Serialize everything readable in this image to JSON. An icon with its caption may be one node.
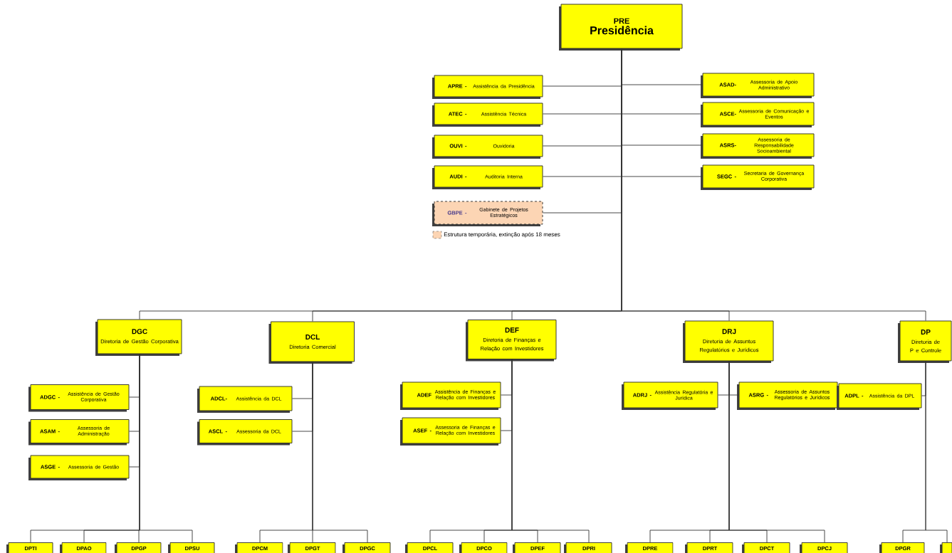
{
  "diagram": {
    "nodes": [
      {
        "text": [
          "PRE",
          "Presidência"
        ]
      },
      {
        "text": [
          "APRE -",
          "Assistência da Presidência"
        ]
      },
      {
        "text": [
          "ATEC -",
          "Assistência Técnica"
        ]
      },
      {
        "text": [
          "OUVI -",
          "Ouvidoria"
        ]
      },
      {
        "text": [
          "AUDI -",
          "Auditoria Interna"
        ]
      },
      {
        "text": [
          "GBPE -",
          "Gabinete de Projetos Estratégicos"
        ]
      },
      {
        "text": [
          "ASAD-",
          "Assessoria de Apoio Administrativo"
        ]
      },
      {
        "text": [
          "ASCE-",
          "Assessoria de Comunicação e Eventos"
        ]
      },
      {
        "text": [
          "ASRS-",
          "Assessoria de Responsabilidade Socioambiental"
        ]
      },
      {
        "text": [
          "SEGC -",
          "Secretaria de Governança Corporativa"
        ]
      },
      {
        "text": [
          "DGC",
          "Diretoria de Gestão Corporativa"
        ]
      },
      {
        "text": [
          "ADGC -",
          "Assistência de Gestão Corporativa"
        ]
      },
      {
        "text": [
          "ASAM -",
          "Assessoria de Administração"
        ]
      },
      {
        "text": [
          "ASGE -",
          "Assessoria de Gestão"
        ]
      },
      {
        "text": [
          "DPTI"
        ]
      },
      {
        "text": [
          "DPAO"
        ]
      },
      {
        "text": [
          "DPGP"
        ]
      },
      {
        "text": [
          "DPSU"
        ]
      },
      {
        "text": [
          "DCL",
          "Diretoria Comercial"
        ]
      },
      {
        "text": [
          "ADCL-",
          "Assistência da DCL"
        ]
      },
      {
        "text": [
          "ASCL -",
          "Assessoria da DCL"
        ]
      },
      {
        "text": [
          "DPCM"
        ]
      },
      {
        "text": [
          "DPGT"
        ]
      },
      {
        "text": [
          "DPGC"
        ]
      },
      {
        "text": [
          "DEF",
          "Diretoria de Finanças e Relação com Investidores"
        ]
      },
      {
        "text": [
          "ADEF",
          "Assistência de Finanças e Relação com Investidores"
        ]
      },
      {
        "text": [
          "ASEF -",
          "Assessoria de Finanças e Relação com Investidores"
        ]
      },
      {
        "text": [
          "DPCL"
        ]
      },
      {
        "text": [
          "DPCO"
        ]
      },
      {
        "text": [
          "DPEF"
        ]
      },
      {
        "text": [
          "DPRI"
        ]
      },
      {
        "text": [
          "DRJ",
          "Diretoria de Assuntos Regulatórios e Jurídicos"
        ]
      },
      {
        "text": [
          "ADRJ -",
          "Assistência Regulatória e Jurídica"
        ]
      },
      {
        "text": [
          "ASRG -",
          "Assessoria de Assuntos Regulatórios e Jurídicos"
        ]
      },
      {
        "text": [
          "DPRE"
        ]
      },
      {
        "text": [
          "DPRT"
        ]
      },
      {
        "text": [
          "DPCT"
        ]
      },
      {
        "text": [
          "DPCJ"
        ]
      },
      {
        "text": [
          "DP",
          "Diretoria de P e Controle"
        ]
      },
      {
        "text": [
          "ADPL -",
          "Assistência da DPL"
        ]
      },
      {
        "text": [
          "DPGR"
        ]
      },
      {
        "text": [],
        "shape": "box"
      }
    ],
    "edges": [
      {
        "from": 0,
        "to": 1,
        "arrow": "none"
      },
      {
        "from": 0,
        "to": 2,
        "arrow": "none"
      },
      {
        "from": 0,
        "to": 3,
        "arrow": "none"
      },
      {
        "from": 0,
        "to": 4,
        "arrow": "none"
      },
      {
        "from": 0,
        "to": 5,
        "arrow": "none"
      },
      {
        "from": 0,
        "to": 6,
        "arrow": "none"
      },
      {
        "from": 0,
        "to": 7,
        "arrow": "none"
      },
      {
        "from": 0,
        "to": 8,
        "arrow": "none"
      },
      {
        "from": 0,
        "to": 9,
        "arrow": "none"
      },
      {
        "from": 0,
        "to": 10,
        "arrow": "none"
      },
      {
        "from": 0,
        "to": 18,
        "arrow": "none"
      },
      {
        "from": 0,
        "to": 24,
        "arrow": "none"
      },
      {
        "from": 0,
        "to": 31,
        "arrow": "none"
      },
      {
        "from": 0,
        "to": 38,
        "arrow": "none"
      },
      {
        "from": 10,
        "to": 11,
        "arrow": "none"
      },
      {
        "from": 10,
        "to": 12,
        "arrow": "none"
      },
      {
        "from": 10,
        "to": 13,
        "arrow": "none"
      },
      {
        "from": 10,
        "to": 14,
        "arrow": "none"
      },
      {
        "from": 10,
        "to": 15,
        "arrow": "none"
      },
      {
        "from": 10,
        "to": 16,
        "arrow": "none"
      },
      {
        "from": 10,
        "to": 17,
        "arrow": "none"
      },
      {
        "from": 18,
        "to": 19,
        "arrow": "none"
      },
      {
        "from": 18,
        "to": 20,
        "arrow": "none"
      },
      {
        "from": 18,
        "to": 21,
        "arrow": "none"
      },
      {
        "from": 18,
        "to": 22,
        "arrow": "none"
      },
      {
        "from": 18,
        "to": 23,
        "arrow": "none"
      },
      {
        "from": 24,
        "to": 25,
        "arrow": "none"
      },
      {
        "from": 24,
        "to": 26,
        "arrow": "none"
      },
      {
        "from": 24,
        "to": 27,
        "arrow": "none"
      },
      {
        "from": 24,
        "to": 28,
        "arrow": "none"
      },
      {
        "from": 24,
        "to": 29,
        "arrow": "none"
      },
      {
        "from": 24,
        "to": 30,
        "arrow": "none"
      },
      {
        "from": 31,
        "to": 32,
        "arrow": "none"
      },
      {
        "from": 31,
        "to": 33,
        "arrow": "none"
      },
      {
        "from": 31,
        "to": 34,
        "arrow": "none"
      },
      {
        "from": 31,
        "to": 35,
        "arrow": "none"
      },
      {
        "from": 31,
        "to": 36,
        "arrow": "none"
      },
      {
        "from": 31,
        "to": 37,
        "arrow": "none"
      },
      {
        "from": 38,
        "to": 39,
        "arrow": "none"
      },
      {
        "from": 38,
        "to": 40,
        "arrow": "none"
      },
      {
        "from": 38,
        "to": 41,
        "arrow": "none"
      }
    ],
    "legend": [
      {
        "text": "Estrutura temporária, extinção após 18 meses",
        "color": "#fcd5b4"
      }
    ]
  }
}
